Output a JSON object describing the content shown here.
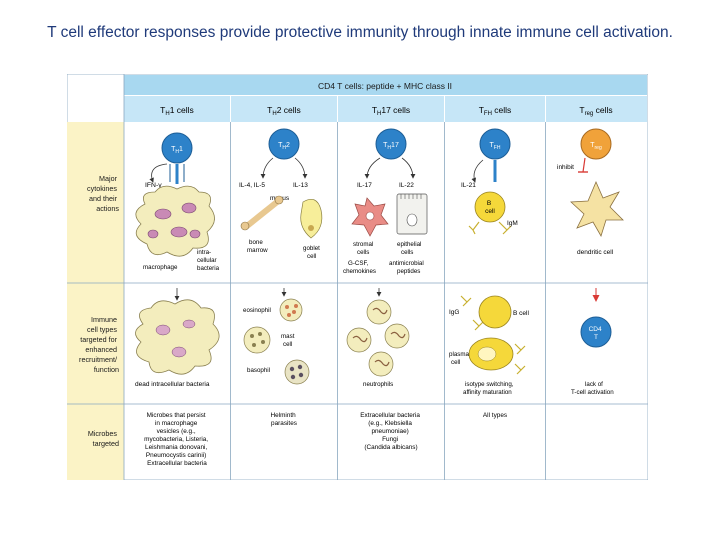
{
  "title": "T cell effector responses provide protective immunity through innate immune cell activation.",
  "figure": {
    "top_header": "CD4 T cells: peptide + MHC class II",
    "columns": [
      {
        "header_main": "T",
        "header_sub": "H",
        "header_rest": "1 cells",
        "cell_main": "T",
        "cell_sub": "H",
        "cell_rest": "1"
      },
      {
        "header_main": "T",
        "header_sub": "H",
        "header_rest": "2 cells",
        "cell_main": "T",
        "cell_sub": "H",
        "cell_rest": "2"
      },
      {
        "header_main": "T",
        "header_sub": "H",
        "header_rest": "17 cells",
        "cell_main": "T",
        "cell_sub": "H",
        "cell_rest": "17"
      },
      {
        "header_main": "T",
        "header_sub": "FH",
        "header_rest": " cells",
        "cell_main": "T",
        "cell_sub": "FH",
        "cell_rest": ""
      },
      {
        "header_main": "T",
        "header_sub": "reg",
        "header_rest": " cells",
        "cell_main": "T",
        "cell_sub": "reg",
        "cell_rest": ""
      }
    ],
    "row_labels": {
      "row1": [
        "Major",
        "cytokines",
        "and their",
        "actions"
      ],
      "row2": [
        "Immune",
        "cell types",
        "targeted for",
        "enhanced",
        "recruitment/",
        "function"
      ],
      "row3": [
        "Microbes",
        "targeted"
      ]
    },
    "row1": {
      "th1": {
        "cytokine": "IFN-γ",
        "macrophage": "macrophage",
        "intracellular": [
          "intra-",
          "cellular",
          "bacteria"
        ]
      },
      "th2": {
        "cytokines_left": "IL-4, IL-5",
        "cytokines_right": "IL-13",
        "mucus": "mucus",
        "bone_marrow": [
          "bone",
          "marrow"
        ],
        "goblet": [
          "goblet",
          "cell"
        ]
      },
      "th17": {
        "cytokine_left": "IL-17",
        "cytokine_right": "IL-22",
        "stromal": [
          "stromal",
          "cells"
        ],
        "epithelial": [
          "epithelial",
          "cells"
        ],
        "gcsf": [
          "G-CSF,",
          "chemokines"
        ],
        "peptides": [
          "antimicrobial",
          "peptides"
        ]
      },
      "tfh": {
        "cytokine": "IL-21",
        "bcell": [
          "B",
          "cell"
        ],
        "igm": "IgM"
      },
      "treg": {
        "inhibit": "inhibit",
        "dendritic": "dendritic cell"
      }
    },
    "row2": {
      "th1": {
        "label": "dead intracellular bacteria"
      },
      "th2": {
        "eosinophil": "eosinophil",
        "mast": [
          "mast",
          "cell"
        ],
        "basophil": "basophil"
      },
      "th17": {
        "neutrophils": "neutrophils"
      },
      "tfh": {
        "igg": "IgG",
        "bcell": "B cell",
        "plasma": [
          "plasma",
          "cell"
        ],
        "switching": [
          "isotype switching,",
          "affinity maturation"
        ]
      },
      "treg": {
        "cd4_main": "CD4",
        "cd4_sub": "T",
        "lack": [
          "lack of",
          "T-cell activation"
        ]
      }
    },
    "row3": {
      "th1": [
        "Microbes that persist",
        "in macrophage",
        "vesicles (e.g.,",
        "mycobacteria, Listeria,",
        "Leishmania donovani,",
        "Pneumocystis carinii)",
        "Extracellular bacteria"
      ],
      "th2": [
        "Helminth",
        "parasites"
      ],
      "th17": [
        "Extracellular bacteria",
        "(e.g., Klebsiella",
        "pneumoniae)",
        "Fungi",
        "(Candida albicans)"
      ],
      "tfh": [
        "All types"
      ]
    }
  },
  "colors": {
    "title_text": "#1f3a7a",
    "header_bar": "#a8d8f0",
    "column_header": "#c6e6f7",
    "row_label_bg": "#fbf3c6",
    "th_cell": "#2d82c9",
    "treg_cell": "#f0a23a",
    "macrophage": "#f3edbd",
    "bcell": "#f5d83a",
    "stromal": "#e98c86",
    "inhibit_arrow": "#d93a35"
  },
  "icons": [
    "t-cell-icon",
    "macrophage-icon",
    "bone-icon",
    "goblet-cell-icon",
    "stromal-cell-icon",
    "epithelial-cell-icon",
    "b-cell-icon",
    "dendritic-cell-icon",
    "eosinophil-icon",
    "mast-cell-icon",
    "basophil-icon",
    "neutrophil-icon",
    "plasma-cell-icon",
    "antibody-icon",
    "inhibit-arrow-icon"
  ]
}
